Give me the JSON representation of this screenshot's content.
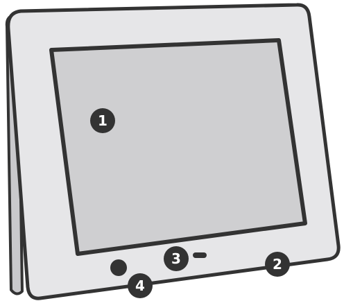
{
  "colors": {
    "outline": "#333333",
    "bezel": "#e6e6e8",
    "bezel_side": "#c9c9cc",
    "screen": "#cfcfd1",
    "badge": "#333333",
    "badge_text": "#ffffff"
  },
  "callouts": [
    {
      "id": "screen",
      "label": "1"
    },
    {
      "id": "bottom-bezel-right",
      "label": "2"
    },
    {
      "id": "center-sensor",
      "label": "3"
    },
    {
      "id": "power-button",
      "label": "4"
    }
  ]
}
